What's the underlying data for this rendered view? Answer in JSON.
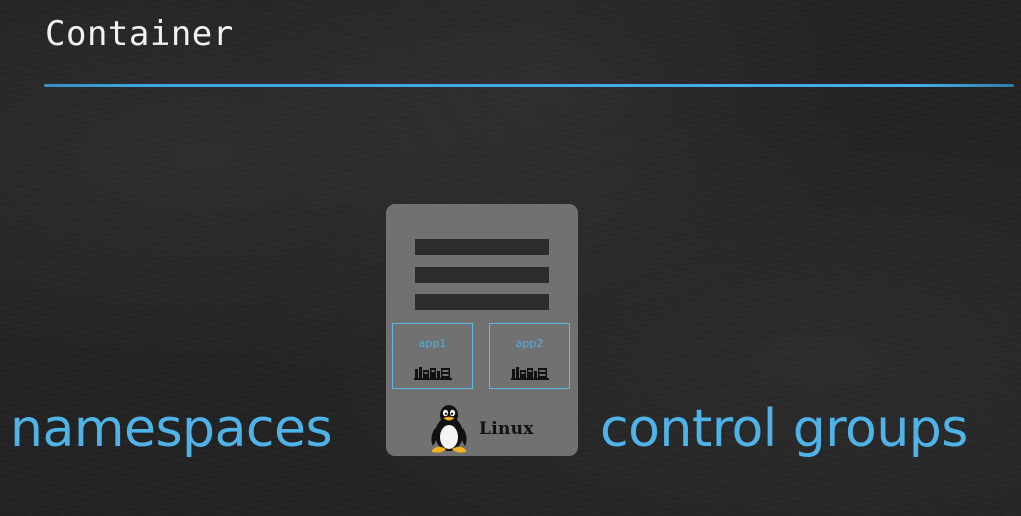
{
  "title": "Container",
  "labels": {
    "left": "namespaces",
    "right": "control groups"
  },
  "host": {
    "os_name": "Linux",
    "os_icon": "tux-penguin-icon",
    "apps": [
      {
        "label": "app1",
        "icon": "libraries-icon"
      },
      {
        "label": "app2",
        "icon": "libraries-icon"
      }
    ]
  },
  "colors": {
    "accent": "#4fb3e8",
    "title_rule": "#3aa7e2",
    "host_box": "#717171",
    "bars": "#2c2c2c",
    "background": "#232323"
  }
}
